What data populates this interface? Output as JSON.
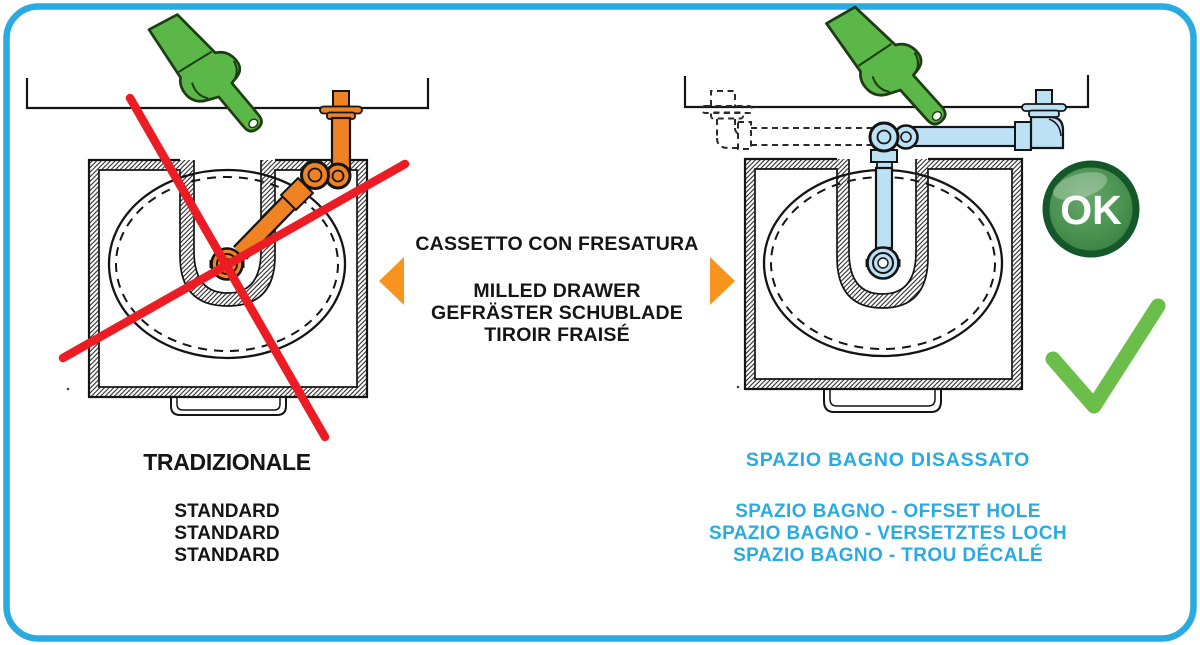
{
  "figure": {
    "kind": "siphon-installation-comparison-infographic",
    "background": "#FFFFFF",
    "border_color": "#29ABE2"
  },
  "center": {
    "lines": [
      "CASSETTO CON FRESATURA",
      "MILLED DRAWER",
      "GEFRÄSTER SCHUBLADE",
      "TIROIR FRAISÉ"
    ]
  },
  "left": {
    "title": "TRADIZIONALE",
    "subtitles": [
      "STANDARD",
      "STANDARD",
      "STANDARD"
    ]
  },
  "right": {
    "title": "SPAZIO BAGNO DISASSATO",
    "subtitles": [
      "SPAZIO BAGNO - OFFSET HOLE",
      "SPAZIO BAGNO - VERSETZTES LOCH",
      "SPAZIO BAGNO - TROU DÉCALÉ"
    ]
  },
  "ok": {
    "label": "OK"
  },
  "icons": {
    "pointing-hand-icon": "green pointing hand",
    "red-cross-icon": "red X over traditional siphon",
    "green-check-icon": "green checkmark",
    "ok-badge": "green circular OK stamp",
    "arrow-left-icon": "orange triangle pointing left",
    "arrow-right-icon": "orange triangle pointing right"
  },
  "colors": {
    "accent_blue": "#29ABE2",
    "pipe_orange": "#EF8222",
    "pipe_blue": "#BCE0F4",
    "alert_red": "#EC1C24",
    "hand_green": "#5CB749",
    "check_green": "#6CBE4A",
    "badge_green_dark": "#14582A",
    "badge_green": "#4A9150",
    "arrow_orange": "#F7941E",
    "text_black": "#151515"
  }
}
